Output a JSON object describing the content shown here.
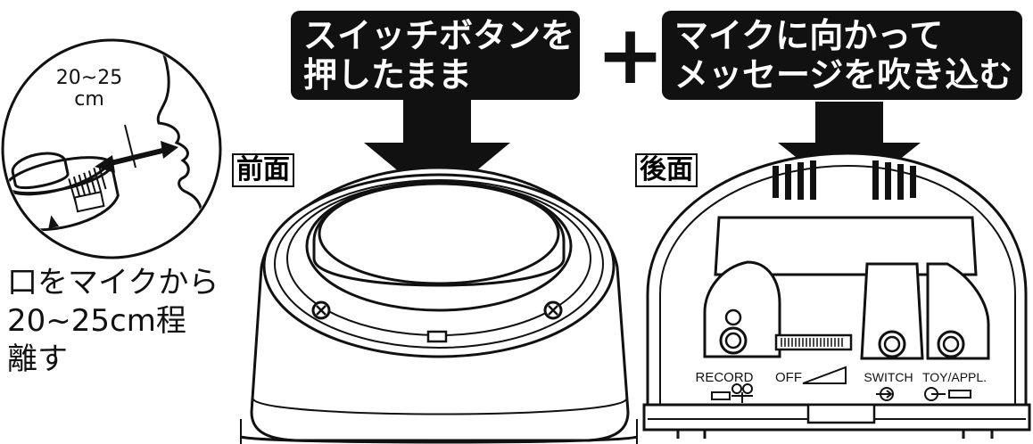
{
  "callouts": {
    "press": [
      "スイッチボタンを",
      "押したまま"
    ],
    "plus": "+",
    "speak": [
      "マイクに向かって",
      "メッセージを吹き込む"
    ]
  },
  "labels": {
    "front": "前面",
    "back": "後面"
  },
  "distance_label": [
    "20~25",
    "cm"
  ],
  "caption": [
    "口をマイクから",
    "20~25cm程",
    "離す"
  ],
  "back_panel": {
    "record": "RECORD",
    "off": "OFF",
    "switch": "SWITCH",
    "toy": "TOY/APPL."
  }
}
